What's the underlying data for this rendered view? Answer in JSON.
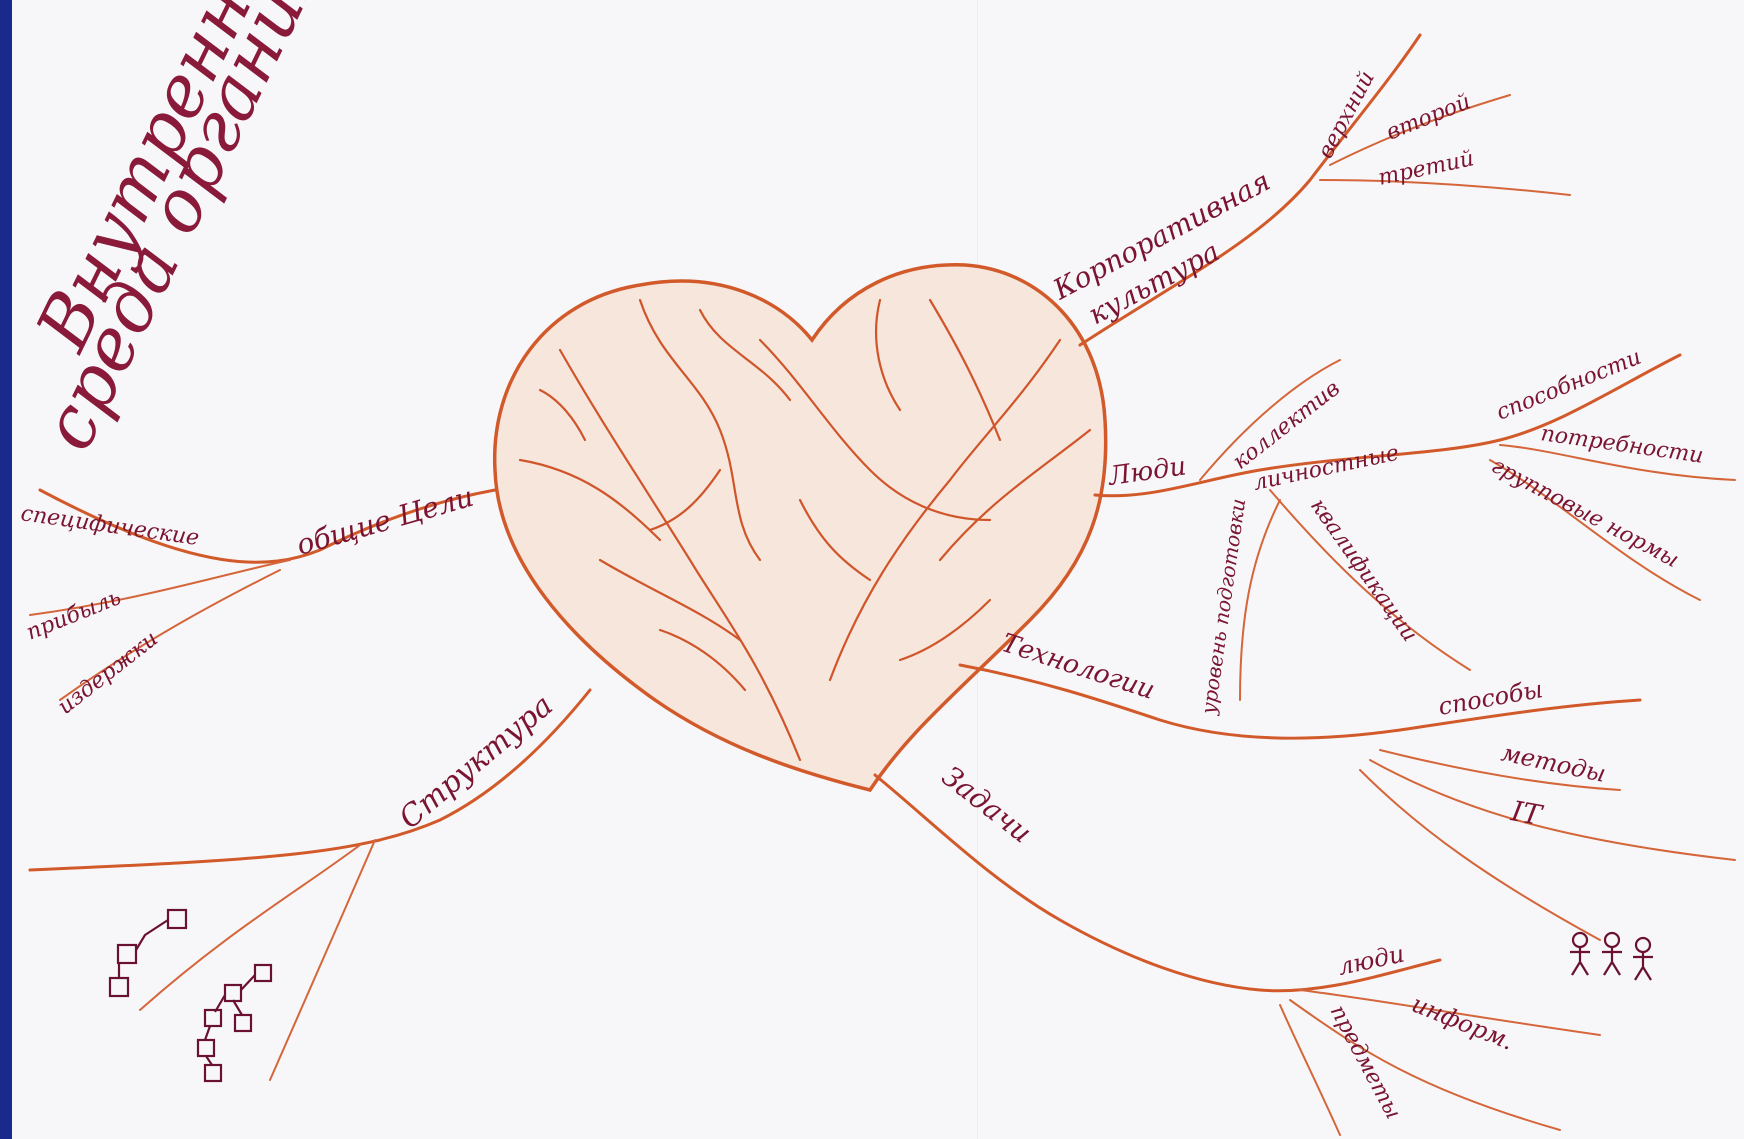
{
  "title": {
    "line1": "Внутренняя",
    "line2": "среда организаций"
  },
  "center": {
    "shape": "heart-icon",
    "color": "#d25a2a"
  },
  "colors": {
    "branch": "#d25a2a",
    "text": "#7a1430",
    "fill": "#f6e6dc"
  },
  "branches": {
    "corporate": {
      "label1": "Корпоративная",
      "label2": "культура",
      "subs": [
        "верхний",
        "второй",
        "третий"
      ]
    },
    "people": {
      "label": "Люди",
      "subs": [
        "коллектив",
        "личностные",
        "способности",
        "потребности",
        "групповые нормы",
        "квалификации",
        "уровень подготовки"
      ]
    },
    "goals": {
      "label": "общие Цели",
      "subs": [
        "специфические",
        "прибыль",
        "издержки"
      ]
    },
    "technology": {
      "label": "Технологии",
      "subs": [
        "способы",
        "методы",
        "IT"
      ]
    },
    "tasks": {
      "label": "Задачи",
      "subs": [
        "люди",
        "информ.",
        "предметы"
      ]
    },
    "structure": {
      "label": "Структура"
    }
  }
}
